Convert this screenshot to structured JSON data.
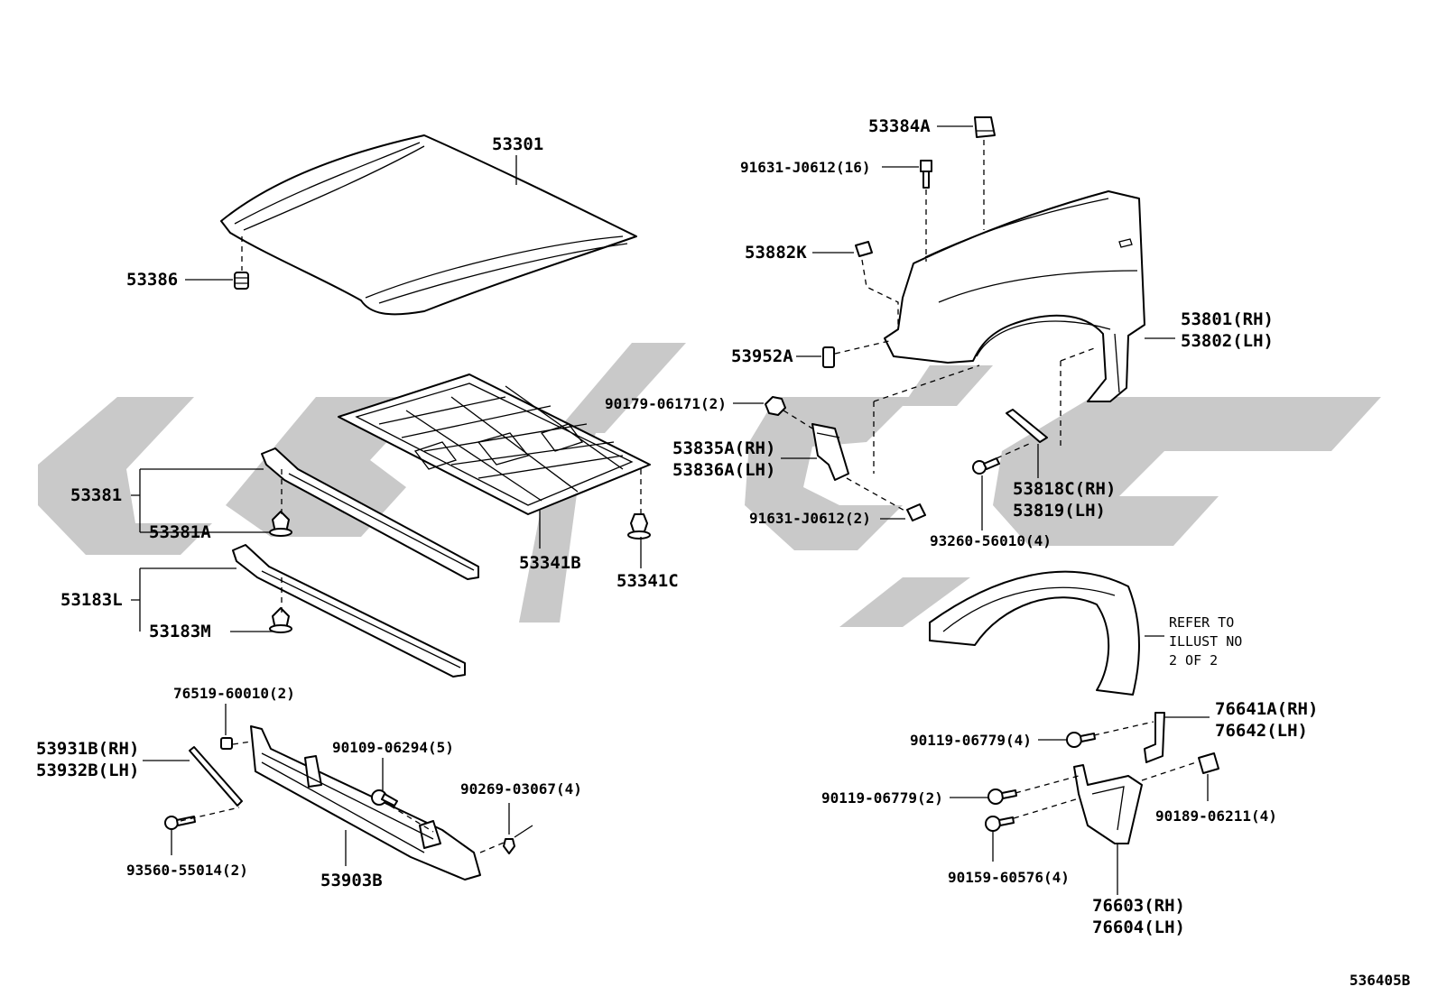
{
  "labels": {
    "hood": "53301",
    "hood_cushion": "53386",
    "hood_insulator": "53341B",
    "insulator_clip": "53341C",
    "support_seal": "53381",
    "support_seal_clip": "53381A",
    "cover_seal": "53183L",
    "cover_seal_clip": "53183M",
    "cover_clip_bolt": "76519-60010(2)",
    "bracket_rh": "53931B(RH)",
    "bracket_lh": "53932B(LH)",
    "bracket_bolt": "93560-55014(2)",
    "bolt_90109": "90109-06294(5)",
    "clip_90269": "90269-03067(4)",
    "lower_cover": "53903B",
    "fender_plug": "53384A",
    "fender_bolt_16": "91631-J0612(16)",
    "fender_seal": "53882K",
    "fender_rh": "53801(RH)",
    "fender_lh": "53802(LH)",
    "fender_pad": "53952A",
    "nut_90179": "90179-06171(2)",
    "bracket_53835_rh": "53835A(RH)",
    "bracket_53836_lh": "53836A(LH)",
    "fender_bolt_2": "91631-J0612(2)",
    "bolt_93260": "93260-56010(4)",
    "brace_rh": "53818C(RH)",
    "brace_lh": "53819(LH)",
    "refer_line1": "REFER TO",
    "refer_line2": "ILLUST NO",
    "refer_line3": "2 OF 2",
    "mudguard_bracket_rh": "76641A(RH)",
    "mudguard_bracket_lh": "76642(LH)",
    "screw_90119_4": "90119-06779(4)",
    "screw_90119_2": "90119-06779(2)",
    "screw_90159": "90159-60576(4)",
    "nut_90189": "90189-06211(4)",
    "mudguard_rh": "76603(RH)",
    "mudguard_lh": "76604(LH)",
    "diagram_id": "536405B"
  }
}
